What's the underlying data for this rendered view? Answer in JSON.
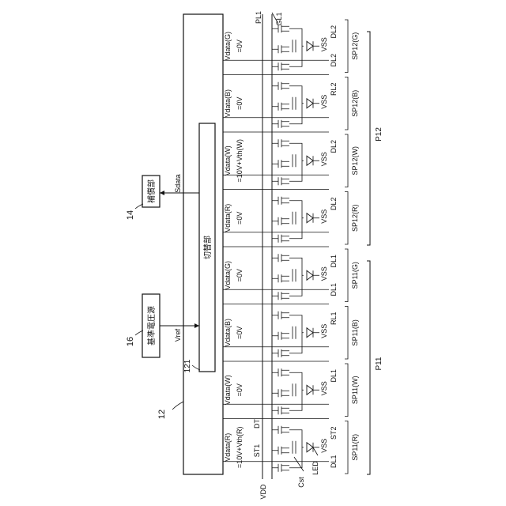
{
  "ref": {
    "driver": "12",
    "switch": "121",
    "refgen": "16",
    "comp": "14",
    "p11": "P11",
    "p12": "P12"
  },
  "blocks": {
    "switch_label": "切替部",
    "refgen_label": "基準電圧源",
    "comp_label": "補償部"
  },
  "signals": {
    "vref": "Vref",
    "sdata": "Sdata",
    "vdd": "VDD",
    "pl1": "PL1",
    "gl1": "GL1",
    "st1": "ST1",
    "st2": "ST2",
    "dt": "DT",
    "cst": "Cst",
    "led": "LED"
  },
  "columns": [
    {
      "v1": "Vdata(R)",
      "v2": "=10V+Vth(R)",
      "sp": "SP11(R)",
      "dl_top": "ST2",
      "dl_bot": "DL1",
      "vss": "VSS"
    },
    {
      "v1": "Vdata(W)",
      "v2": "=0V",
      "sp": "SP11(W)",
      "dl_top": "DL1",
      "dl_bot": "",
      "vss": "VSS"
    },
    {
      "v1": "Vdata(B)",
      "v2": "=0V",
      "sp": "SP11(B)",
      "dl_top": "RL1",
      "dl_bot": "",
      "vss": "VSS"
    },
    {
      "v1": "Vdata(G)",
      "v2": "=0V",
      "sp": "SP11(G)",
      "dl_top": "DL1",
      "dl_bot": "DL1",
      "vss": "VSS"
    },
    {
      "v1": "Vdata(R)",
      "v2": "=0V",
      "sp": "SP12(R)",
      "dl_top": "DL2",
      "dl_bot": "",
      "vss": "VSS"
    },
    {
      "v1": "Vdata(W)",
      "v2": "=10V+Vth(W)",
      "sp": "SP12(W)",
      "dl_top": "DL2",
      "dl_bot": "",
      "vss": "VSS"
    },
    {
      "v1": "Vdata(B)",
      "v2": "=0V",
      "sp": "SP12(B)",
      "dl_top": "RL2",
      "dl_bot": "",
      "vss": "VSS"
    },
    {
      "v1": "Vdata(G)",
      "v2": "=0V",
      "sp": "SP12(G)",
      "dl_top": "DL2",
      "dl_bot": "DL2",
      "vss": "VSS"
    }
  ]
}
